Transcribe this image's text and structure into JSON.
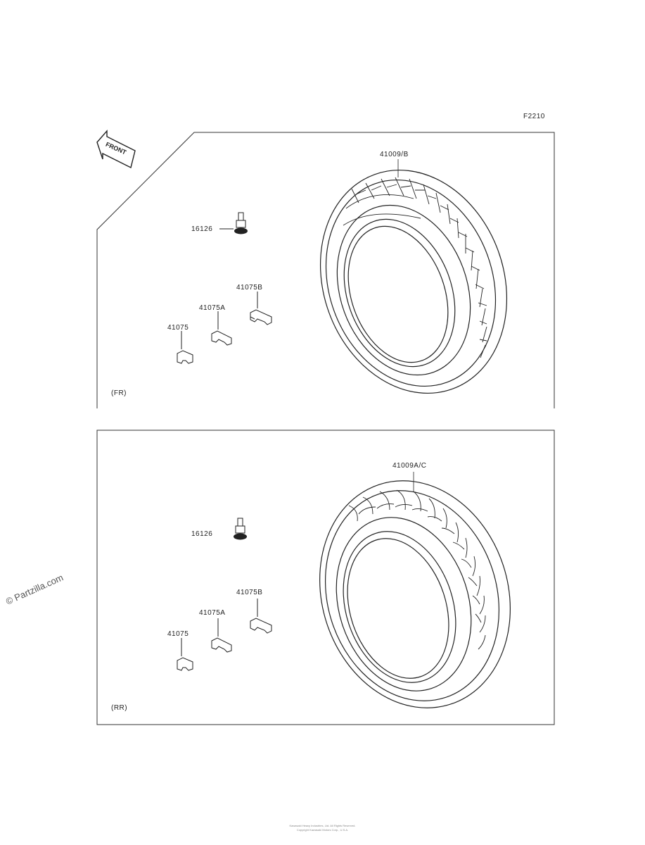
{
  "diagram_code": "F2210",
  "front_arrow_label": "FRONT",
  "watermark": "© Partzilla.com",
  "footer": {
    "line1": "Kawasaki Heavy Industries, Ltd. All Rights Reserved.",
    "line2": "Copyright Kawasaki Motors Corp., U.S.A."
  },
  "front": {
    "tag": "(FR)",
    "tire": "41009/B",
    "valve": "16126",
    "weight_b": "41075B",
    "weight_a": "41075A",
    "weight": "41075"
  },
  "rear": {
    "tag": "(RR)",
    "tire": "41009A/C",
    "valve": "16126",
    "weight_b": "41075B",
    "weight_a": "41075A",
    "weight": "41075"
  }
}
